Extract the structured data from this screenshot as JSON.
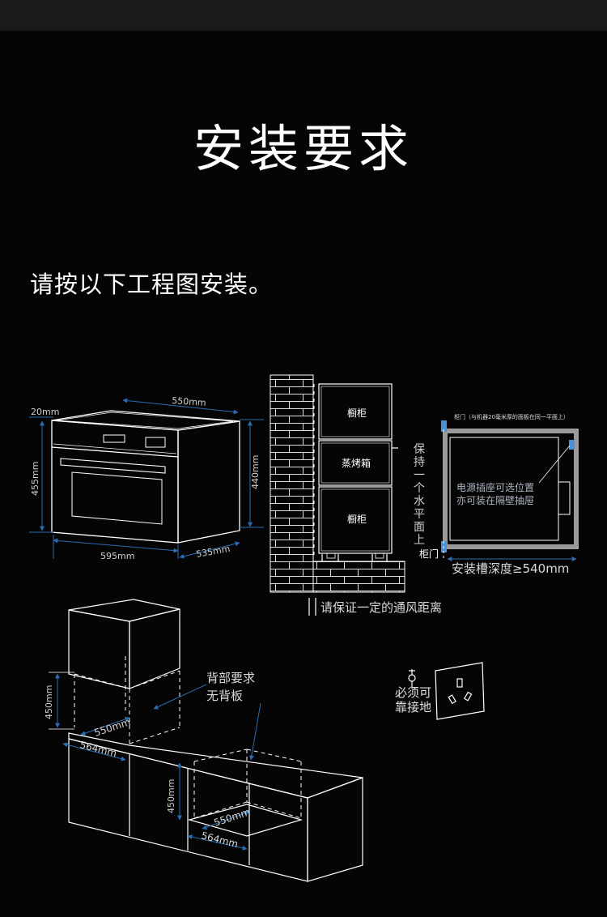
{
  "title": "安装要求",
  "subtitle": "请按以下工程图安装。",
  "oven_dims": {
    "top_offset": "20mm",
    "top_depth": "550mm",
    "front_height": "455mm",
    "side_height": "440mm",
    "width": "595mm",
    "side_depth": "535mm"
  },
  "cabinet_stack": {
    "top": "橱柜",
    "middle": "蒸烤箱",
    "bottom": "橱柜",
    "vent_note": "请保证一定的通风距离"
  },
  "side_view": {
    "door_note": "柜门（与机器20毫米厚的面板在同一平面上）",
    "level_note": [
      "保",
      "持",
      "一",
      "个",
      "水",
      "平",
      "面",
      "上"
    ],
    "socket_note_1": "电源插座可选位置",
    "socket_note_2": "亦可装在隔壁抽屉",
    "door_label": "柜门",
    "depth_note": "安装槽深度≥540mm"
  },
  "install_views": {
    "height_1": "450mm",
    "depth_1": "550mm",
    "width_1": "564mm",
    "back_req_1": "背部要求",
    "back_req_2": "无背板",
    "height_2": "450mm",
    "depth_2": "550mm",
    "width_2": "564mm"
  },
  "grounding": {
    "line1": "必须可",
    "line2": "靠接地"
  },
  "colors": {
    "accent_blue": "#4a90d9",
    "line": "#ffffff",
    "dim_line": "#2a6db4"
  }
}
